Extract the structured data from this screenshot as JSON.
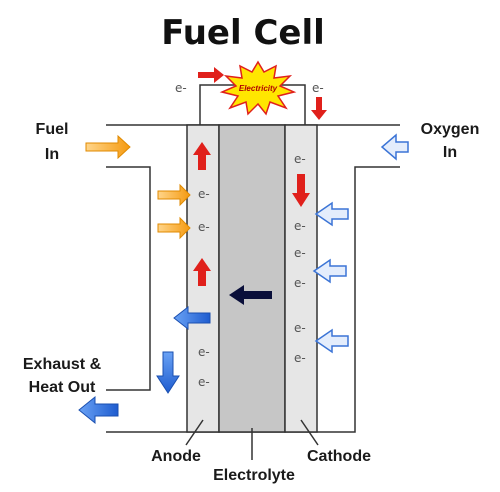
{
  "title": "Fuel Cell",
  "labels": {
    "fuel_in_1": "Fuel",
    "fuel_in_2": "In",
    "oxygen_in_1": "Oxygen",
    "oxygen_in_2": "In",
    "exhaust_1": "Exhaust &",
    "exhaust_2": "Heat Out",
    "anode": "Anode",
    "electrolyte": "Electrolyte",
    "cathode": "Cathode",
    "electricity": "Electricity"
  },
  "electron_symbol": "e-",
  "colors": {
    "electrolyte": "#c6c6c6",
    "electrode": "#e6e6e6",
    "outline": "#333333",
    "red_arrow": "#e0201b",
    "orange_arrow": "#f7a623",
    "blue_arrow": "#2e6fd8",
    "light_blue_arrow": "#8fb3f0",
    "dark_arrow": "#0a0f3a",
    "burst": "#ffe600"
  }
}
